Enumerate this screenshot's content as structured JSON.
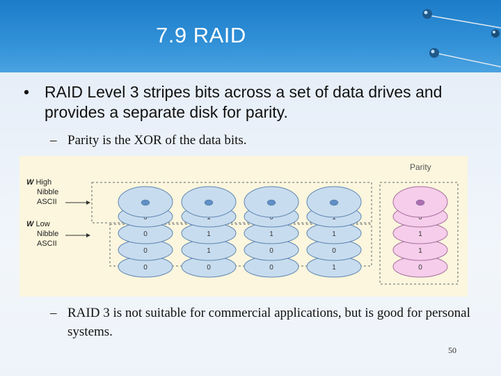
{
  "slide": {
    "title": "7.9 RAID",
    "bullet": "RAID Level 3 stripes bits across a set of data drives and provides a separate disk for parity.",
    "sub_bullets": [
      "Parity is the XOR of the data bits.",
      "RAID 3 is not suitable for commercial applications, but is good for personal systems."
    ],
    "page_number": "50"
  },
  "figure": {
    "parity_label": "Parity",
    "labels": [
      {
        "prefix": "W",
        "lines": [
          "High",
          "Nibble",
          "ASCII"
        ]
      },
      {
        "prefix": "W",
        "lines": [
          "Low",
          "Nibble",
          "ASCII"
        ]
      }
    ],
    "drives": [
      {
        "kind": "data",
        "bits": [
          "0",
          "0",
          "0",
          "0"
        ]
      },
      {
        "kind": "data",
        "bits": [
          "1",
          "1",
          "1",
          "0"
        ]
      },
      {
        "kind": "data",
        "bits": [
          "0",
          "1",
          "0",
          "0"
        ]
      },
      {
        "kind": "data",
        "bits": [
          "1",
          "1",
          "0",
          "1"
        ]
      },
      {
        "kind": "parity",
        "bits": [
          "0",
          "1",
          "1",
          "0"
        ]
      }
    ],
    "colors": {
      "data_disk": "#c8dcef",
      "data_disk_stroke": "#5e86b1",
      "parity_disk": "#f6cdea",
      "parity_disk_stroke": "#a56f9e",
      "background": "#fbf6dd"
    }
  }
}
